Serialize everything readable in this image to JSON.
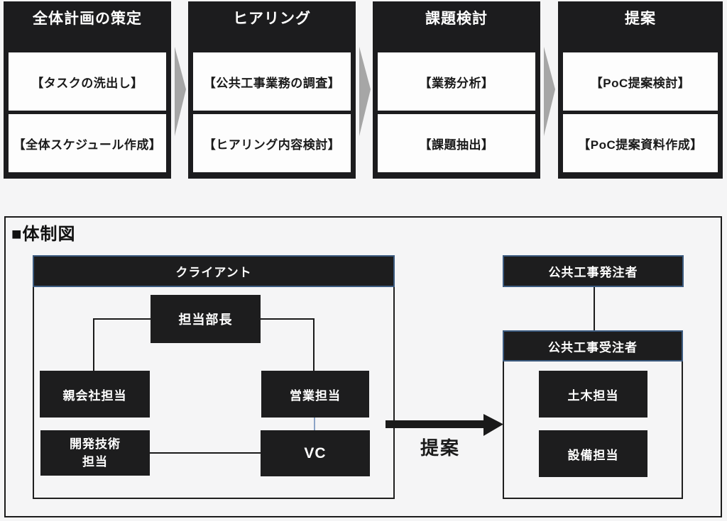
{
  "flow": {
    "phases": [
      {
        "title": "全体計画の策定",
        "items": [
          "【タスクの洗出し】",
          "【全体スケジュール作成】"
        ]
      },
      {
        "title": "ヒアリング",
        "items": [
          "【公共工事業務の調査】",
          "【ヒアリング内容検討】"
        ]
      },
      {
        "title": "課題検討",
        "items": [
          "【業務分析】",
          "【課題抽出】"
        ]
      },
      {
        "title": "提案",
        "items": [
          "【PoC提案検討】",
          "【PoC提案資料作成】"
        ]
      }
    ]
  },
  "org": {
    "section_title": "■体制図",
    "client": {
      "header": "クライアント",
      "manager": "担当部長",
      "parent_company": "親会社担当",
      "sales": "営業担当",
      "dev_tech": "開発技術\n担当",
      "vc": "VC"
    },
    "arrow_label": "提案",
    "orderer": "公共工事発注者",
    "contractor": {
      "header": "公共工事受注者",
      "civil": "土木担当",
      "equipment": "設備担当"
    }
  },
  "colors": {
    "box_dark": "#1d1d1e",
    "header_border_blue": "#3c5b80",
    "chevron_gray": "#a6a6a6",
    "background": "#f5f5f6",
    "connector_blue": "#8ba4c6",
    "connector_black": "#1a1a1a"
  }
}
